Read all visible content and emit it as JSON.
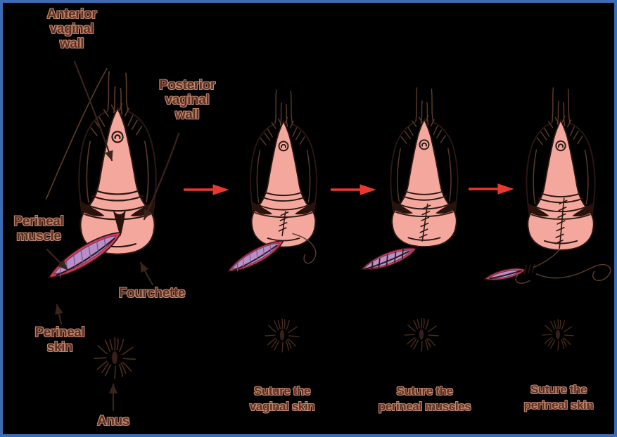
{
  "labels": {
    "anterior_vaginal_wall": "Anterior\nvaginal\nwall",
    "posterior_vaginal_wall": "Posterior\nvaginal\nwall",
    "perineal_muscle": "Perineal\nmuscle",
    "fourchette": "Fourchette",
    "perineal_skin": "Perineal\nskin",
    "anus": "Anus"
  },
  "captions": {
    "stage2": "Suture the\nvaginal skin",
    "stage3": "Suture the\nperineal muscles",
    "stage4": "Suture the\nperineal skin"
  },
  "colors": {
    "background": "#000000",
    "border": "#3c6cb3",
    "skin": "#f3a79d",
    "wound_muscle": "#b78fc9",
    "wound_skin_edge": "#e2355f",
    "outline": "#2b1712",
    "hair": "#5c3b2b",
    "label_text": "#c38a72",
    "flow_arrow": "#e9392f"
  }
}
